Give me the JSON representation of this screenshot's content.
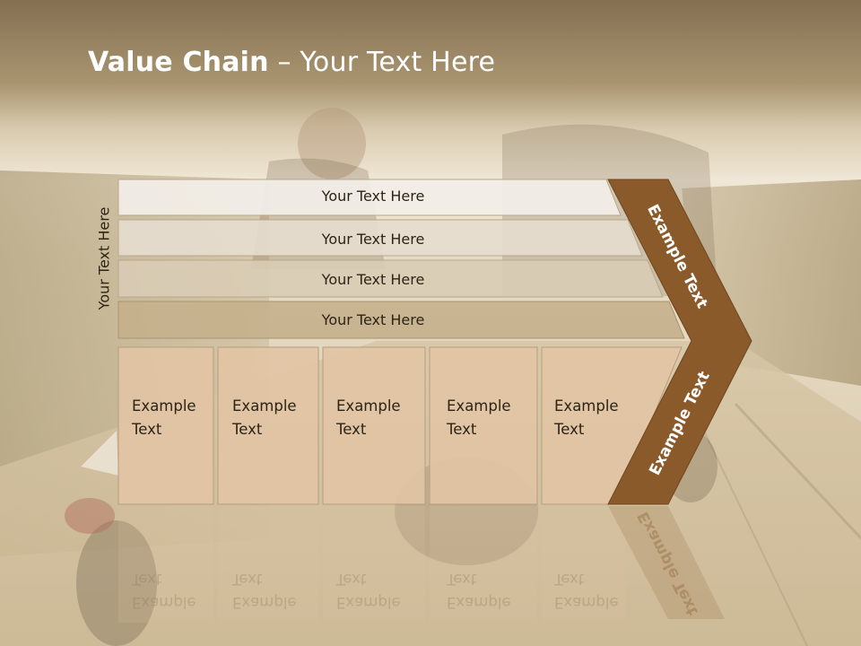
{
  "title": {
    "bold": "Value Chain",
    "rest": " – Your Text Here"
  },
  "side_label": "Your Text Here",
  "rows": [
    {
      "label": "Your Text Here"
    },
    {
      "label": "Your Text Here"
    },
    {
      "label": "Your Text Here"
    },
    {
      "label": "Your Text Here"
    }
  ],
  "cells": [
    {
      "line1": "Example",
      "line2": "Text"
    },
    {
      "line1": "Example",
      "line2": "Text"
    },
    {
      "line1": "Example",
      "line2": "Text"
    },
    {
      "line1": "Example",
      "line2": "Text"
    },
    {
      "line1": "Example",
      "line2": "Text"
    }
  ],
  "chevron_top_label": "Example Text",
  "chevron_bottom_label": "Example Text",
  "colors": {
    "header_band": "#a8946c",
    "chevron": "#8b5a2b",
    "cell_fill": "#e2c4a4",
    "row_fills": [
      "#f2eee8",
      "#e6ddcf",
      "#d9ccb5",
      "#c5b08c"
    ]
  }
}
